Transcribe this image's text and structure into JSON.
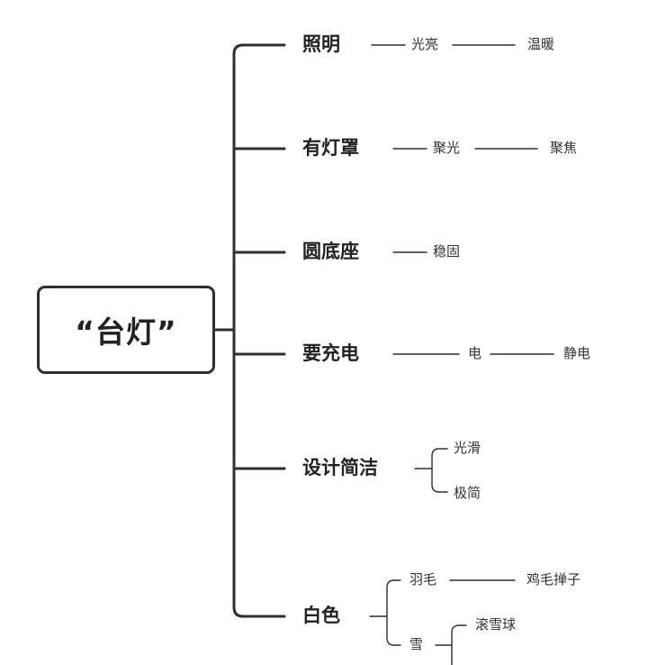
{
  "root": {
    "label": "“台灯”"
  },
  "branches": [
    {
      "label": "照明",
      "children": [
        {
          "label": "光亮",
          "children": [
            {
              "label": "温暖"
            }
          ]
        }
      ]
    },
    {
      "label": "有灯罩",
      "children": [
        {
          "label": "聚光",
          "children": [
            {
              "label": "聚焦"
            }
          ]
        }
      ]
    },
    {
      "label": "圆底座",
      "children": [
        {
          "label": "稳固"
        }
      ]
    },
    {
      "label": "要充电",
      "children": [
        {
          "label": "电",
          "children": [
            {
              "label": "静电"
            }
          ]
        }
      ]
    },
    {
      "label": "设计简洁",
      "children": [
        {
          "label": "光滑"
        },
        {
          "label": "极简"
        }
      ]
    },
    {
      "label": "白色",
      "children": [
        {
          "label": "羽毛",
          "children": [
            {
              "label": "鸡毛掸子"
            }
          ]
        },
        {
          "label": "雪",
          "children": [
            {
              "label": "滚雪球"
            }
          ]
        }
      ]
    }
  ],
  "colors": {
    "line": "#2f2f2f",
    "text": "#222222"
  }
}
